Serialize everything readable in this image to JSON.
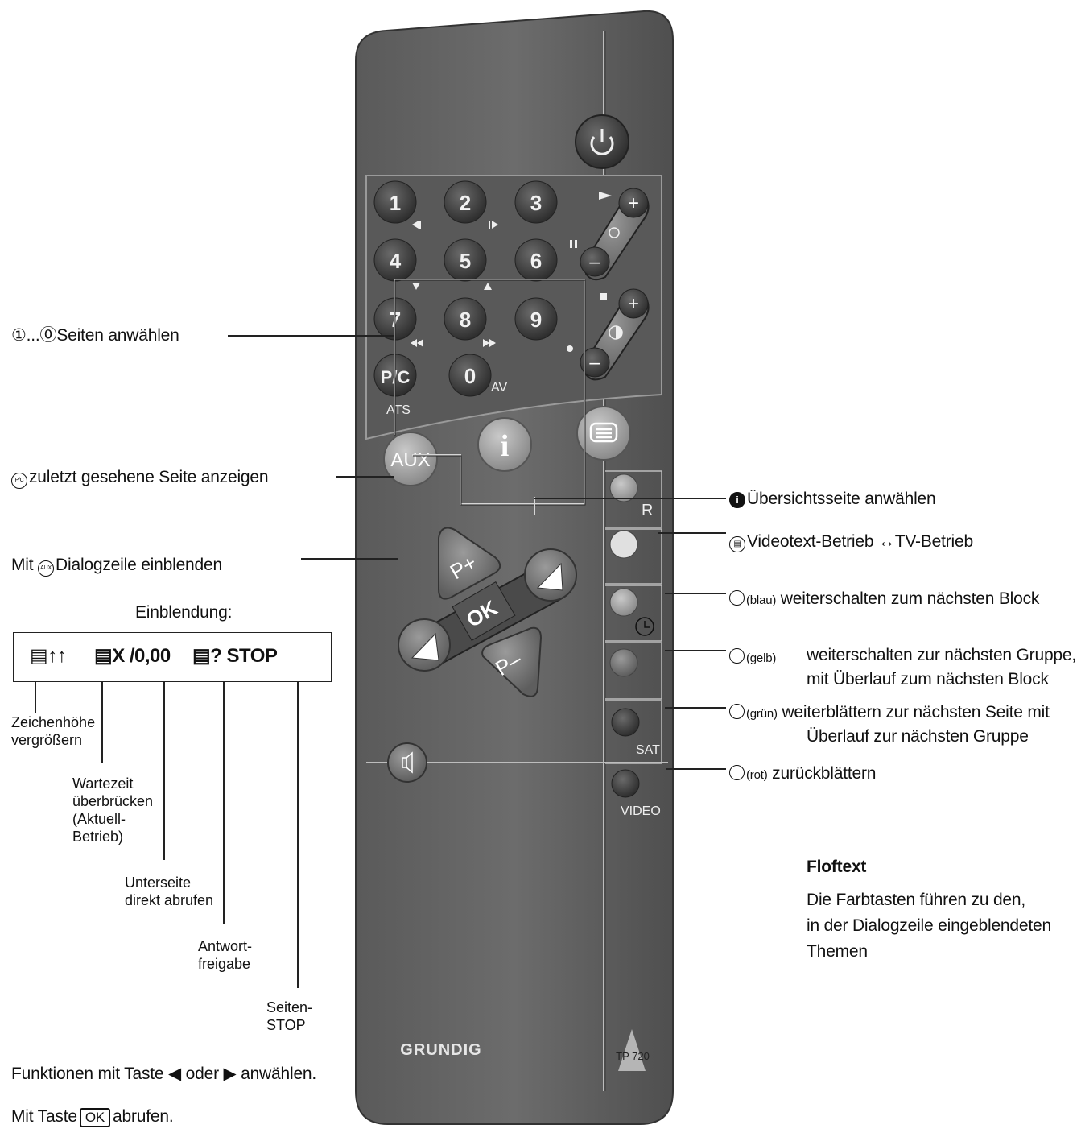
{
  "left_labels": {
    "select_pages": "Seiten anwählen",
    "select_pages_prefix": "①...⓪",
    "last_page": "zuletzt gesehene Seite anzeigen",
    "last_page_prefix": "P/C",
    "dialog_line_mit": "Mit",
    "dialog_line_prefix": "AUX",
    "dialog_line": "Dialogzeile einblenden",
    "einblendung": "Einblendung:"
  },
  "dialog_line_display": {
    "item1": "↑↑",
    "item2": "X /0,00",
    "item3": "? STOP"
  },
  "callouts": {
    "zeichenhoehe": "Zeichenhöhe",
    "zeichenhoehe2": "vergrößern",
    "wartezeit1": "Wartezeit",
    "wartezeit2": "überbrücken",
    "wartezeit3": "(Aktuell-",
    "wartezeit4": "Betrieb)",
    "unterseite1": "Unterseite",
    "unterseite2": "direkt abrufen",
    "antwort1": "Antwort-",
    "antwort2": "freigabe",
    "seiten1": "Seiten-",
    "seiten2": "STOP"
  },
  "bottom_text": {
    "funktionen_a": "Funktionen mit Taste",
    "funktionen_b": "oder",
    "funktionen_c": "anwählen.",
    "mit_taste": "Mit Taste",
    "ok": "OK",
    "abrufen": "abrufen."
  },
  "right_labels": {
    "uebersicht": "Übersichtsseite anwählen",
    "videotext": "Videotext-Betrieb ↔TV-Betrieb",
    "blau_tag": "(blau)",
    "blau": "weiterschalten zum nächsten Block",
    "gelb_tag": "(gelb)",
    "gelb1": "weiterschalten zur nächsten Gruppe,",
    "gelb2": "mit Überlauf zum nächsten Block",
    "gruen_tag": "(grün)",
    "gruen1": "weiterblättern zur nächsten Seite mit",
    "gruen2": "Überlauf zur nächsten Gruppe",
    "rot_tag": "(rot)",
    "rot": "zurückblättern"
  },
  "floftext": {
    "title": "Floftext",
    "line1": "Die Farbtasten führen zu den,",
    "line2": "in der Dialogzeile eingeblendeten",
    "line3": "Themen"
  },
  "remote": {
    "brand": "GRUNDIG",
    "model": "TP 720",
    "digits": [
      "1",
      "2",
      "3",
      "4",
      "5",
      "6",
      "7",
      "8",
      "9",
      "P/C",
      "0"
    ],
    "ats": "ATS",
    "av": "AV",
    "aux": "AUX",
    "info": "i",
    "p_plus": "P+",
    "p_minus": "P–",
    "ok": "OK",
    "r": "R",
    "sat": "SAT",
    "video": "VIDEO"
  }
}
